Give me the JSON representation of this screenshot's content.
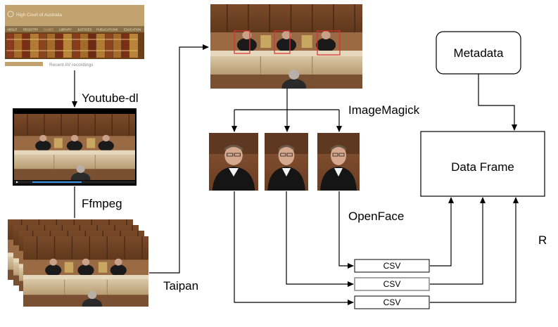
{
  "labels": {
    "youtube_dl": "Youtube-dl",
    "ffmpeg": "Ffmpeg",
    "taipan": "Taipan",
    "imagemagick": "ImageMagick",
    "openface": "OpenFace",
    "r": "R"
  },
  "boxes": {
    "metadata": "Metadata",
    "data_frame": "Data Frame",
    "csv_files": [
      "CSV",
      "CSV",
      "CSV"
    ]
  },
  "website": {
    "title": "High Court of Australia",
    "nav": [
      "ABOUT",
      "REGISTRY",
      "CASES",
      "LIBRARY",
      "JUSTICES",
      "PUBLICATIONS",
      "EDUCATION"
    ],
    "caption": "Recent AV recordings"
  },
  "colors": {
    "stroke": "#000000",
    "csv_box_2_border": "#888888",
    "highlight": "#e03030"
  }
}
